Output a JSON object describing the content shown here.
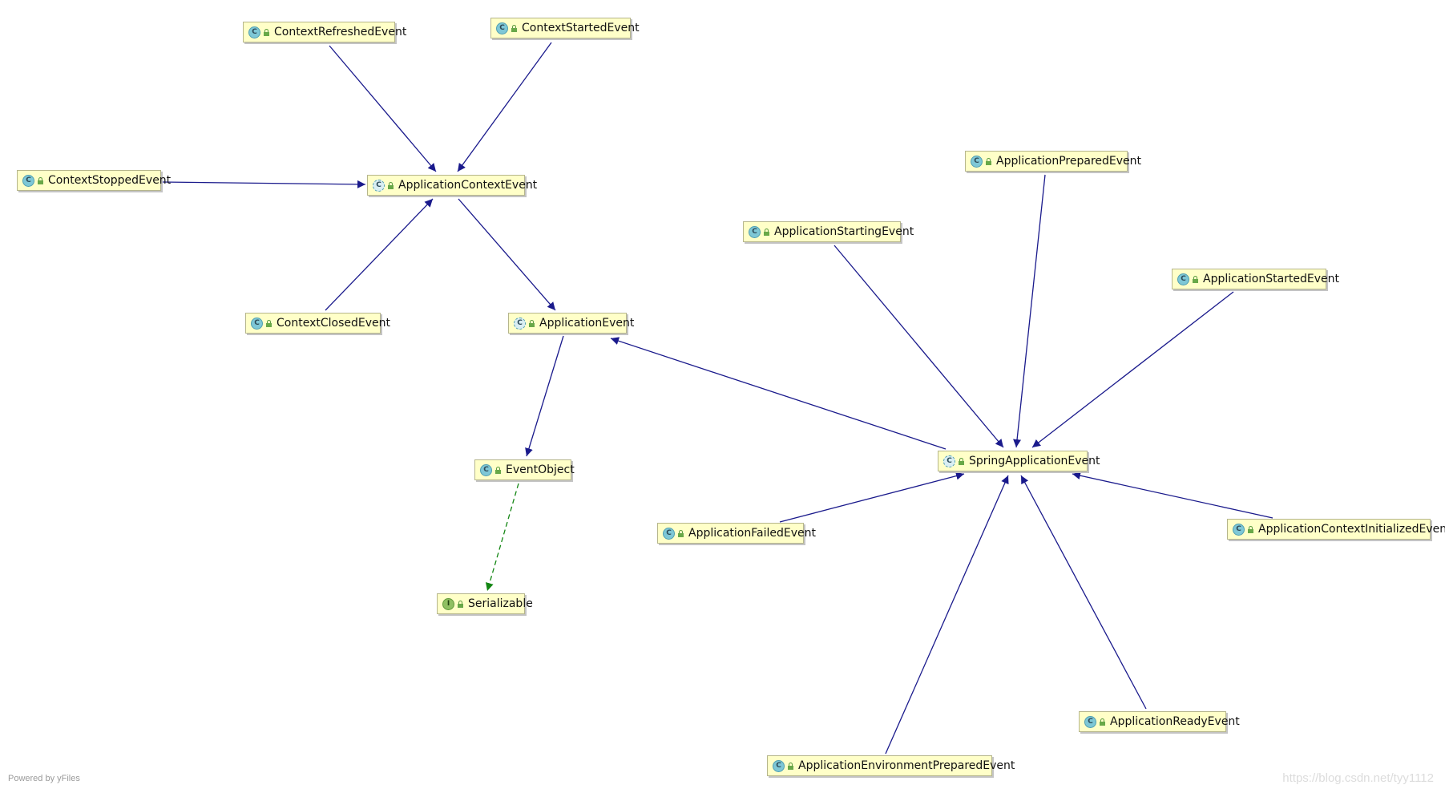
{
  "diagram": {
    "nodes": [
      {
        "id": "context-refreshed",
        "label": "ContextRefreshedEvent",
        "kind": "class"
      },
      {
        "id": "context-started",
        "label": "ContextStartedEvent",
        "kind": "class"
      },
      {
        "id": "context-stopped",
        "label": "ContextStoppedEvent",
        "kind": "class"
      },
      {
        "id": "application-context-event",
        "label": "ApplicationContextEvent",
        "kind": "abstract"
      },
      {
        "id": "context-closed",
        "label": "ContextClosedEvent",
        "kind": "class"
      },
      {
        "id": "application-event",
        "label": "ApplicationEvent",
        "kind": "abstract"
      },
      {
        "id": "event-object",
        "label": "EventObject",
        "kind": "class"
      },
      {
        "id": "serializable",
        "label": "Serializable",
        "kind": "interface"
      },
      {
        "id": "application-prepared",
        "label": "ApplicationPreparedEvent",
        "kind": "class"
      },
      {
        "id": "application-starting",
        "label": "ApplicationStartingEvent",
        "kind": "class"
      },
      {
        "id": "application-started",
        "label": "ApplicationStartedEvent",
        "kind": "class"
      },
      {
        "id": "spring-application-event",
        "label": "SpringApplicationEvent",
        "kind": "abstract"
      },
      {
        "id": "application-failed",
        "label": "ApplicationFailedEvent",
        "kind": "class"
      },
      {
        "id": "application-context-initialized",
        "label": "ApplicationContextInitializedEvent",
        "kind": "class"
      },
      {
        "id": "application-ready",
        "label": "ApplicationReadyEvent",
        "kind": "class"
      },
      {
        "id": "application-environment-prepared",
        "label": "ApplicationEnvironmentPreparedEvent",
        "kind": "class"
      }
    ],
    "edges": [
      {
        "from": "context-refreshed",
        "to": "application-context-event",
        "type": "extends"
      },
      {
        "from": "context-started",
        "to": "application-context-event",
        "type": "extends"
      },
      {
        "from": "context-stopped",
        "to": "application-context-event",
        "type": "extends"
      },
      {
        "from": "context-closed",
        "to": "application-context-event",
        "type": "extends"
      },
      {
        "from": "application-context-event",
        "to": "application-event",
        "type": "extends"
      },
      {
        "from": "application-event",
        "to": "event-object",
        "type": "extends"
      },
      {
        "from": "event-object",
        "to": "serializable",
        "type": "implements"
      },
      {
        "from": "spring-application-event",
        "to": "application-event",
        "type": "extends"
      },
      {
        "from": "application-prepared",
        "to": "spring-application-event",
        "type": "extends"
      },
      {
        "from": "application-starting",
        "to": "spring-application-event",
        "type": "extends"
      },
      {
        "from": "application-started",
        "to": "spring-application-event",
        "type": "extends"
      },
      {
        "from": "application-failed",
        "to": "spring-application-event",
        "type": "extends"
      },
      {
        "from": "application-context-initialized",
        "to": "spring-application-event",
        "type": "extends"
      },
      {
        "from": "application-ready",
        "to": "spring-application-event",
        "type": "extends"
      },
      {
        "from": "application-environment-prepared",
        "to": "spring-application-event",
        "type": "extends"
      }
    ],
    "icon_letters": {
      "class": "C",
      "abstract": "C",
      "interface": "I"
    },
    "colors": {
      "extends": "#1a1a8c",
      "implements": "#138613",
      "node_fill": "#ffffc8"
    }
  },
  "footer": {
    "powered_by": "Powered by yFiles",
    "watermark": "https://blog.csdn.net/tyy1112"
  }
}
